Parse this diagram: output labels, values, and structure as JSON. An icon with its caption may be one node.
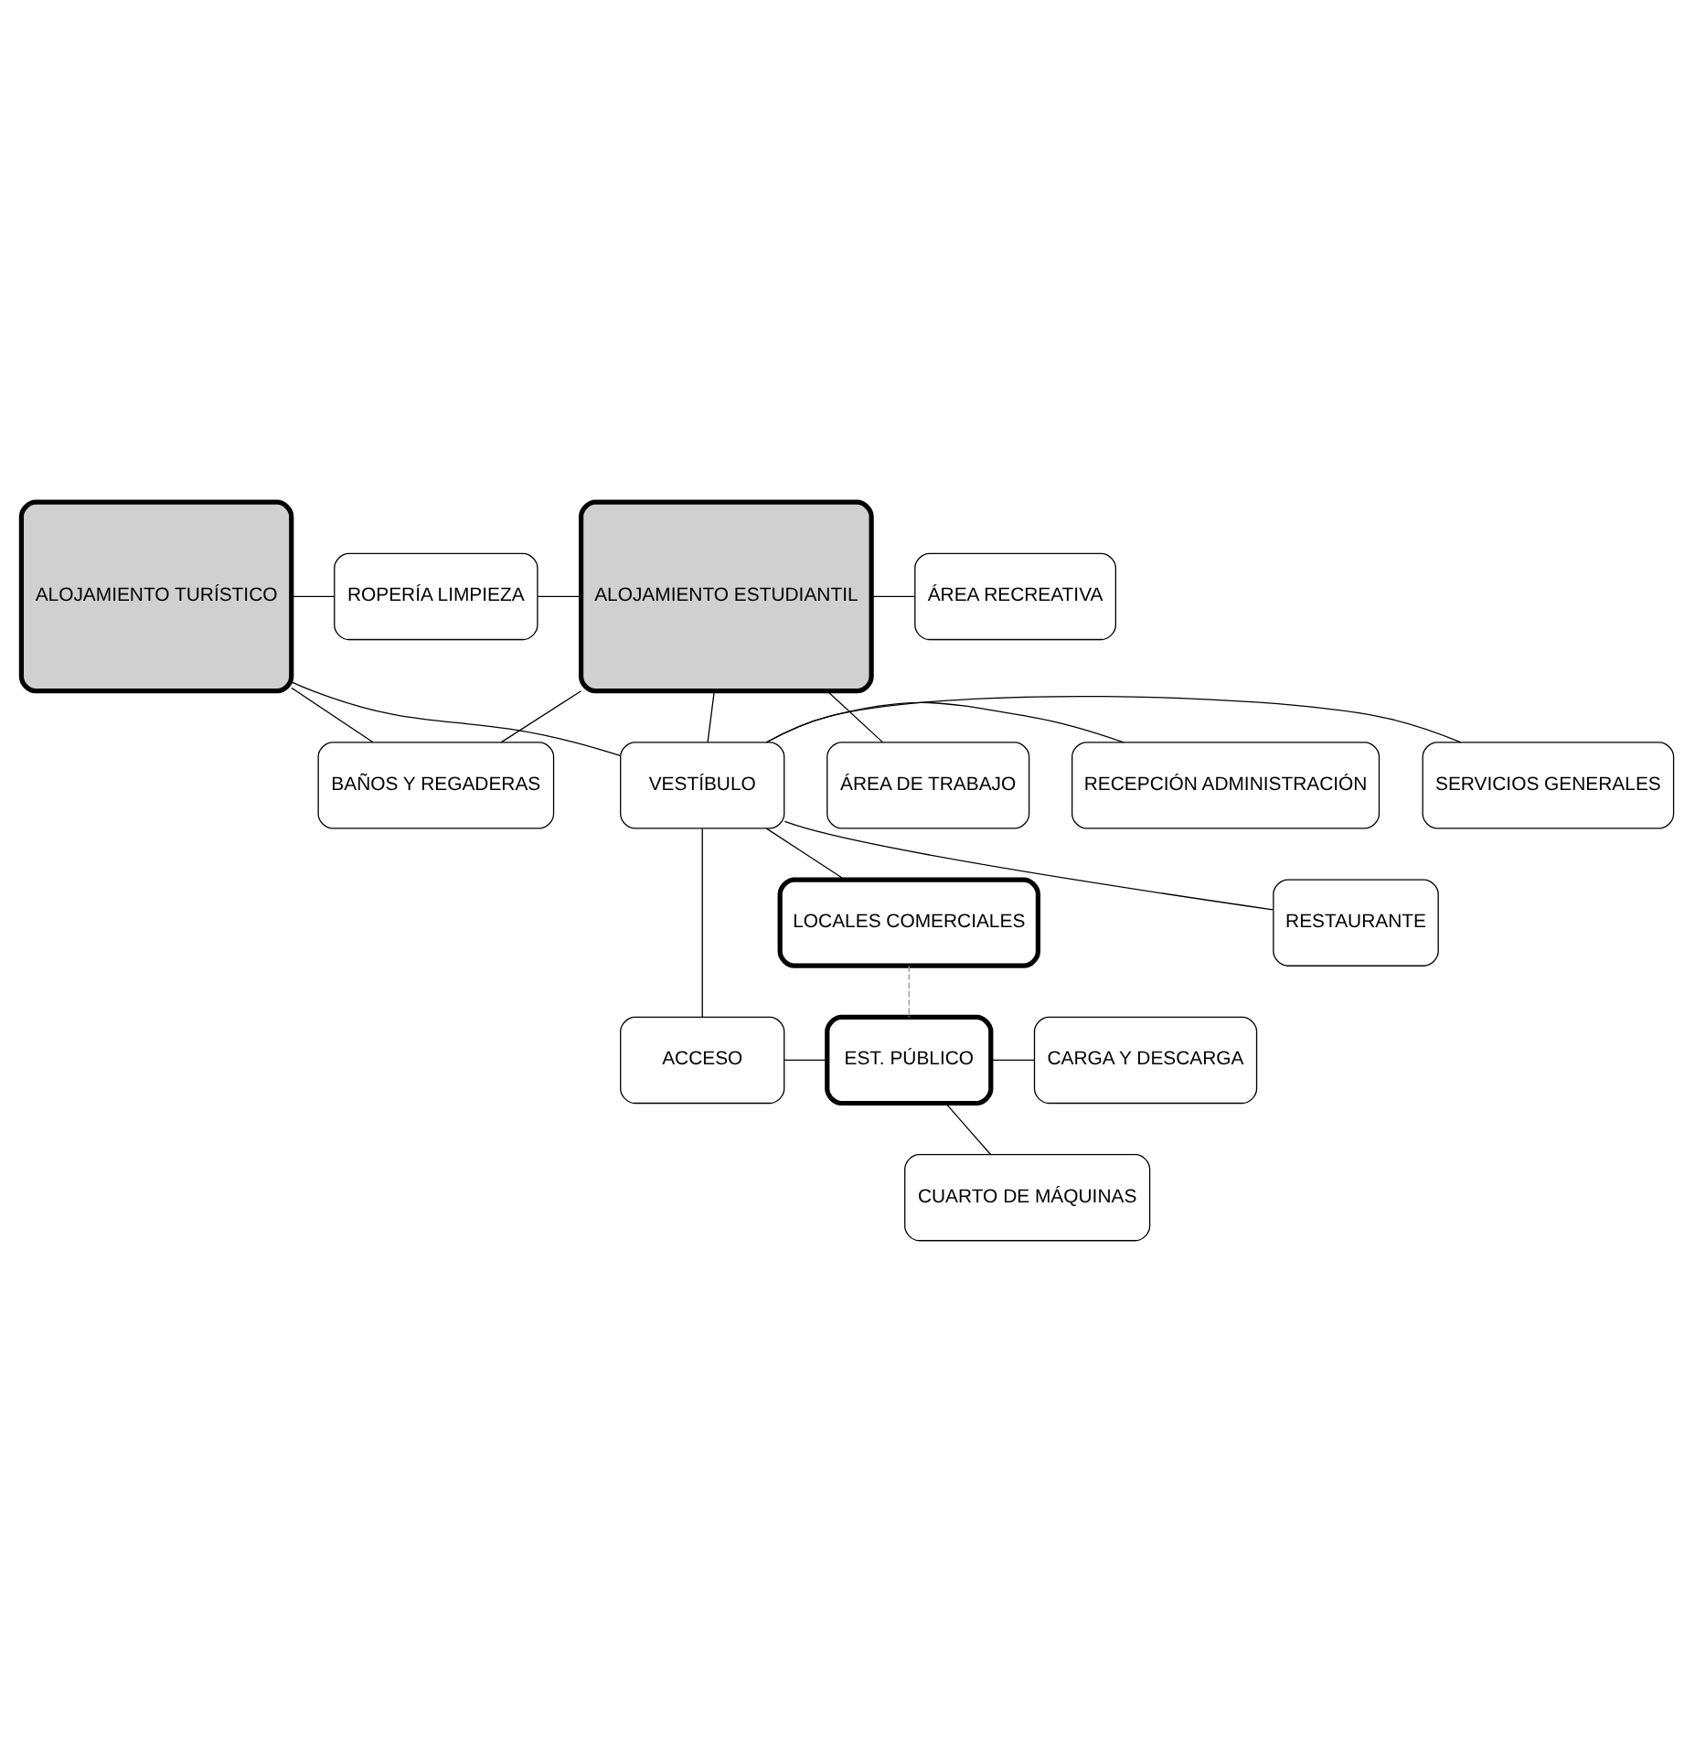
{
  "diagram": {
    "nodes": [
      {
        "text": [
          "ALOJAMIENTO TURÍSTICO"
        ]
      },
      {
        "text": [
          "ROPERÍA LIMPIEZA"
        ]
      },
      {
        "text": [
          "BAÑOS Y REGADERAS"
        ]
      },
      {
        "text": [
          "ALOJAMIENTO ESTUDIANTIL"
        ]
      },
      {
        "text": [
          "ÁREA RECREATIVA"
        ]
      },
      {
        "text": [
          "ÁREA DE TRABAJO"
        ]
      },
      {
        "text": [
          "SERVICIOS GENERALES"
        ]
      },
      {
        "text": [
          "VESTÍBULO"
        ]
      },
      {
        "text": [
          "RECEPCIÓN ADMINISTRACIÓN"
        ]
      },
      {
        "text": [
          "RESTAURANTE"
        ]
      },
      {
        "text": [
          "LOCALES COMERCIALES"
        ]
      },
      {
        "text": [
          "ACCESO"
        ]
      },
      {
        "text": [
          "EST. PÚBLICO"
        ]
      },
      {
        "text": [
          "CARGA Y DESCARGA"
        ]
      },
      {
        "text": [
          "CUARTO DE MÁQUINAS"
        ]
      }
    ],
    "edges": [
      {
        "from": 0,
        "to": 1,
        "arrow": "none"
      },
      {
        "from": 0,
        "to": 2,
        "arrow": "none"
      },
      {
        "from": 1,
        "to": 3,
        "arrow": "none"
      },
      {
        "from": 2,
        "to": 3,
        "arrow": "none"
      },
      {
        "from": 3,
        "to": 4,
        "arrow": "none"
      },
      {
        "from": 3,
        "to": 5,
        "arrow": "none"
      },
      {
        "from": 0,
        "to": 7,
        "arrow": "none"
      },
      {
        "from": 3,
        "to": 7,
        "arrow": "none"
      },
      {
        "from": 7,
        "to": 6,
        "arrow": "none"
      },
      {
        "from": 7,
        "to": 9,
        "arrow": "none"
      },
      {
        "from": 7,
        "to": 8,
        "arrow": "none"
      },
      {
        "from": 7,
        "to": 10,
        "arrow": "none"
      },
      {
        "from": 10,
        "to": 12,
        "arrow": "none",
        "style": "dashed",
        "color": "#999999"
      },
      {
        "from": 7,
        "to": 11,
        "arrow": "none"
      },
      {
        "from": 11,
        "to": 12,
        "arrow": "none"
      },
      {
        "from": 12,
        "to": 13,
        "arrow": "none"
      },
      {
        "from": 12,
        "to": 14,
        "arrow": "none"
      }
    ]
  }
}
